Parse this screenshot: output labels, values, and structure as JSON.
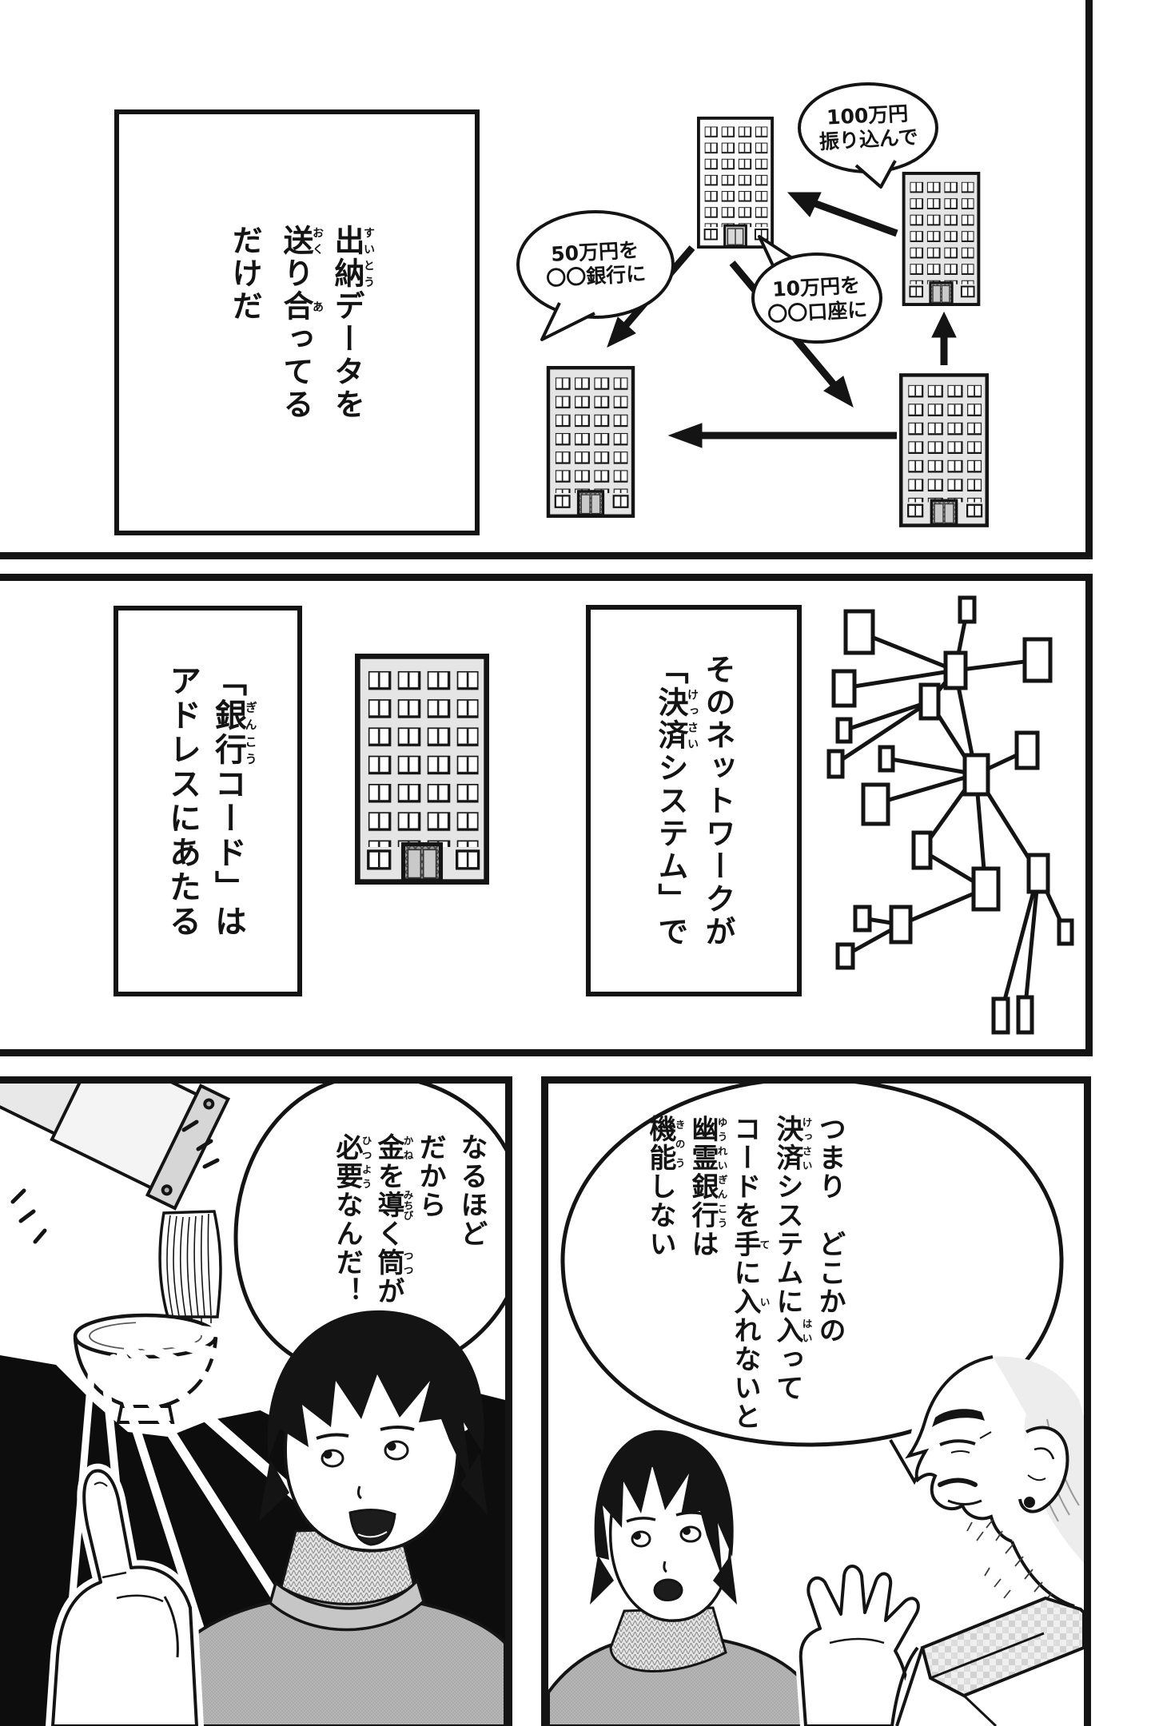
{
  "page": {
    "background": "#ffffff",
    "ink": "#141414",
    "type": "manga-page"
  },
  "colors": {
    "building_gray": "#e5e5e5",
    "building_white": "#fbfbfb",
    "door_dark": "#9a9a9a",
    "sweater_gray": "#b5b5b5",
    "flash_background_black": "#0d0d0d"
  },
  "panel1": {
    "narration": "出納(すいとう)データを\n送(おく)り合(あ)ってる\nだけだ",
    "bubble_100": "100万円\n振り込んで",
    "bubble_50": "50万円を\n〇〇銀行に",
    "bubble_10": "10万円を\n〇〇口座に",
    "icons": {
      "bank_building_count": 4,
      "transfer_arrow_count": 5
    }
  },
  "panel2": {
    "narration_left": "「銀行(ぎんこう)コード」は\nアドレスにあたる",
    "narration_right": "そのネットワークが\n「決済(けっさい)システム」で",
    "icons": {
      "bank_building_count": 1,
      "network_diagram": "nodes connected by lines"
    }
  },
  "panel3": {
    "left": {
      "bubble": "なるほど\nだから\n金(かね)を導(みちび)く筒(つつ)が\n必要(ひつよう)なんだ！",
      "icons": {
        "noodle_press_machine": "machine extruding noodles",
        "bowl": "empty bowl",
        "pointing_young_man": "young man pointing up"
      }
    },
    "right": {
      "bubble": "つまり　どこかの\n決済(けっさい)システムに入(はい)って\nコードを手(て)に入(い)れないと\n幽霊銀行(ゆうれいぎんこう)は\n機能(きのう)しない",
      "icons": {
        "young_man": "young man listening",
        "old_man": "bearded older man speaking with open hand"
      }
    }
  }
}
